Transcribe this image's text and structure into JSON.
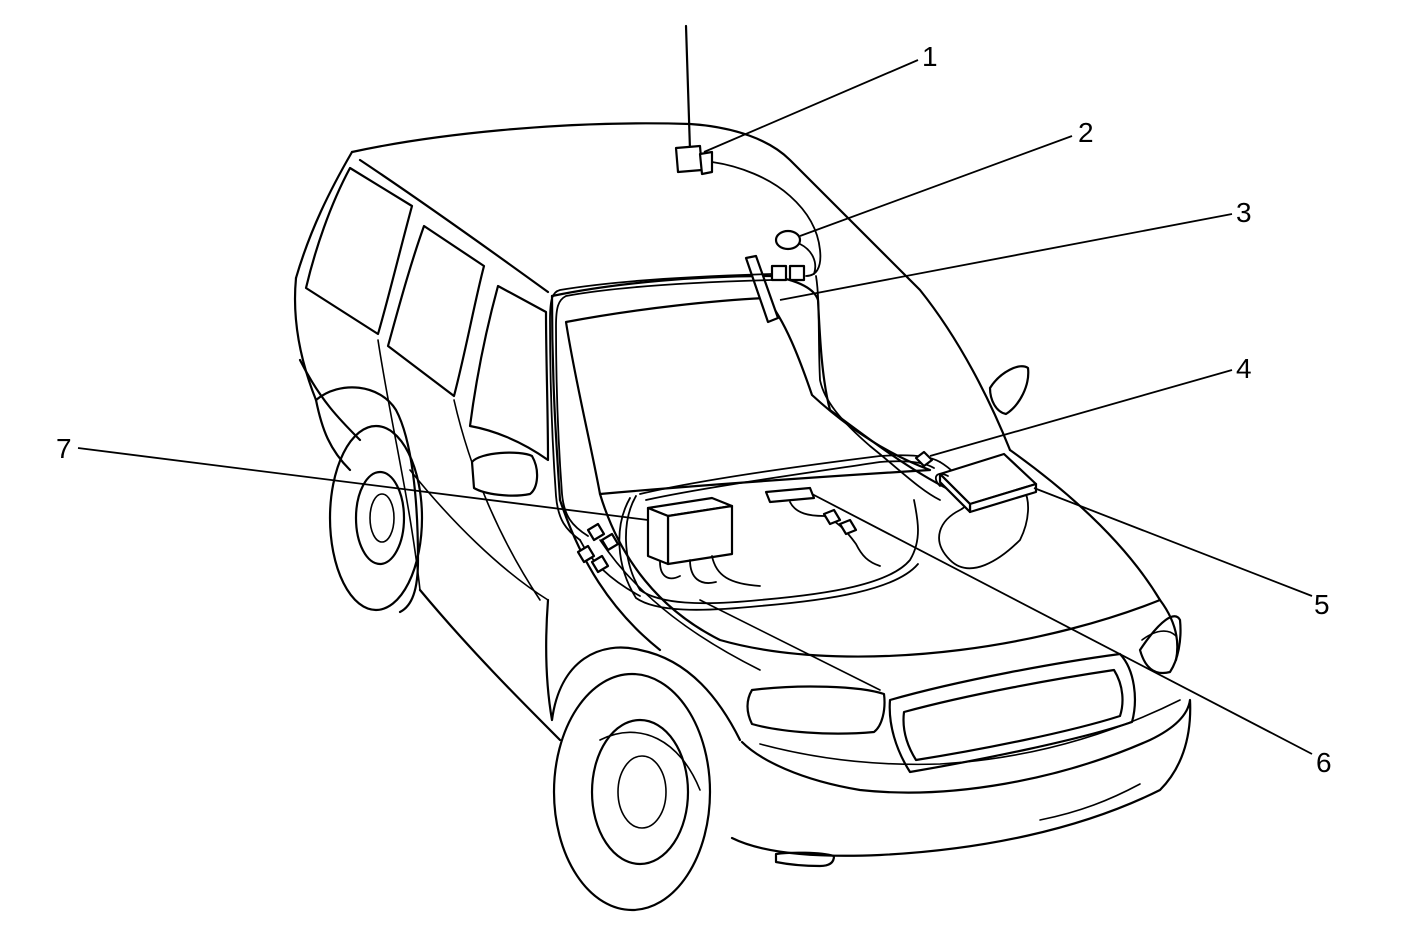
{
  "diagram": {
    "callouts": [
      {
        "id": "callout-1",
        "label": "1",
        "target": "roof-antenna"
      },
      {
        "id": "callout-2",
        "label": "2",
        "target": "roof-connector-round"
      },
      {
        "id": "callout-3",
        "label": "3",
        "target": "windshield-header-connector"
      },
      {
        "id": "callout-4",
        "label": "4",
        "target": "harness-connector"
      },
      {
        "id": "callout-5",
        "label": "5",
        "target": "passenger-side-module"
      },
      {
        "id": "callout-6",
        "label": "6",
        "target": "dash-sensor"
      },
      {
        "id": "callout-7",
        "label": "7",
        "target": "driver-side-module"
      }
    ],
    "line_color": "#000000",
    "background": "#ffffff"
  }
}
